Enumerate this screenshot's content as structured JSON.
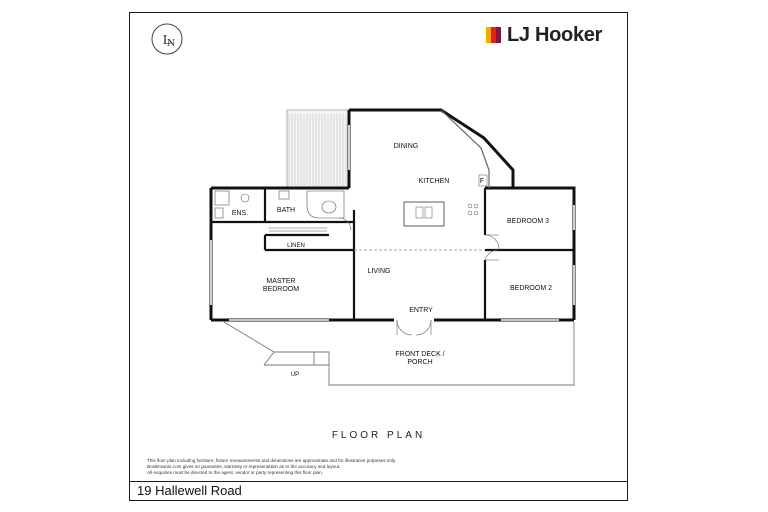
{
  "header": {
    "agency_logo_icon": "ln-monogram-icon",
    "brand": {
      "name": "LJ Hooker",
      "mark_colors": [
        "#f2a900",
        "#e2231a",
        "#8a1538"
      ]
    }
  },
  "plan": {
    "rooms": {
      "dining": "DINING",
      "kitchen": "KITCHEN",
      "fridge": "F",
      "bath": "BATH",
      "ensuite": "ENS.",
      "linen": "LINEN",
      "bedroom3": "BEDROOM 3",
      "master_line1": "MASTER",
      "master_line2": "BEDROOM",
      "living": "LIVING",
      "bedroom2": "BEDROOM 2",
      "entry": "ENTRY",
      "deck_line1": "FRONT DECK /",
      "deck_line2": "PORCH",
      "up": "UP"
    },
    "title": "FLOOR PLAN"
  },
  "disclaimer": [
    "This floor plan including furniture, fixture measurements and dimensions are approximate and for illustrative purposes only.",
    "BoxBrownie.com gives no guarantee, warranty or representation as to the accuracy and layout.",
    "All enquiries must be directed to the agent, vendor or party representing this floor plan."
  ],
  "footer": {
    "address": "19 Hallewell Road"
  }
}
